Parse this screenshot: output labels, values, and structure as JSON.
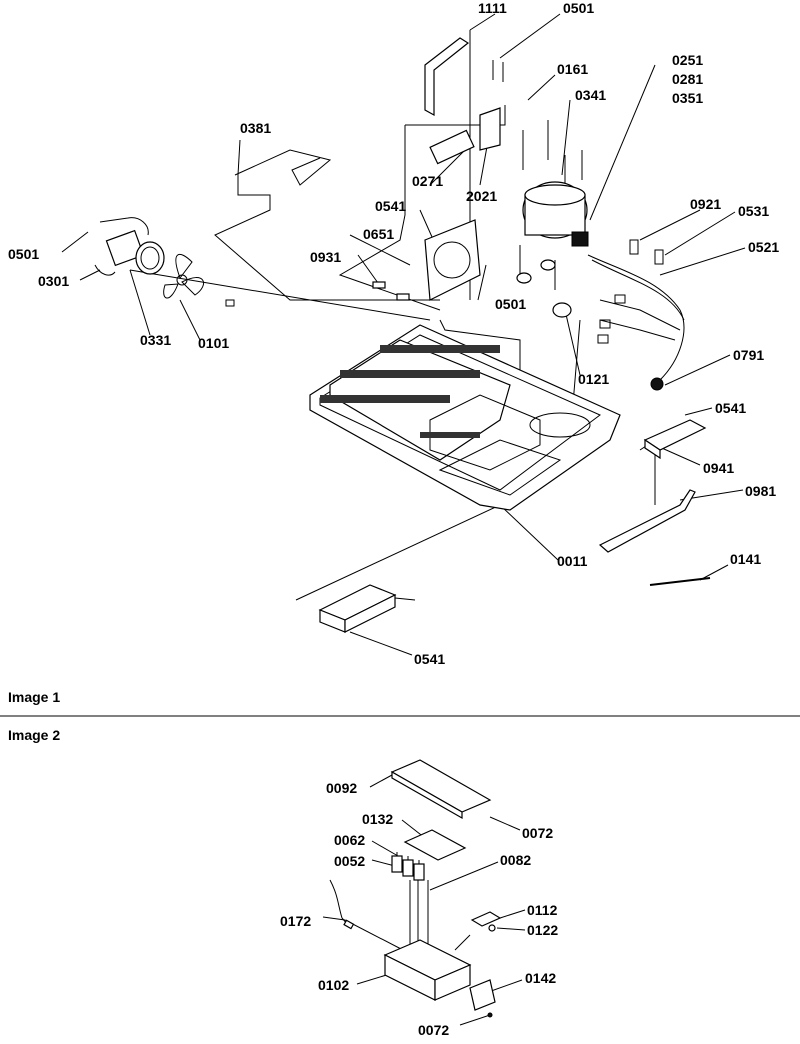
{
  "images": [
    {
      "caption": "Image 1",
      "labels": [
        "1111",
        "0501",
        "0161",
        "0251",
        "0281",
        "0351",
        "0341",
        "0381",
        "0271",
        "2021",
        "0541",
        "0651",
        "0931",
        "0501",
        "0921",
        "0531",
        "0521",
        "0501",
        "0301",
        "0331",
        "0101",
        "0121",
        "0791",
        "0541",
        "0941",
        "0981",
        "0011",
        "0141",
        "0541"
      ]
    },
    {
      "caption": "Image 2",
      "labels": [
        "0092",
        "0072",
        "0132",
        "0062",
        "0052",
        "0082",
        "0172",
        "0112",
        "0122",
        "0102",
        "0142",
        "0072"
      ]
    }
  ]
}
